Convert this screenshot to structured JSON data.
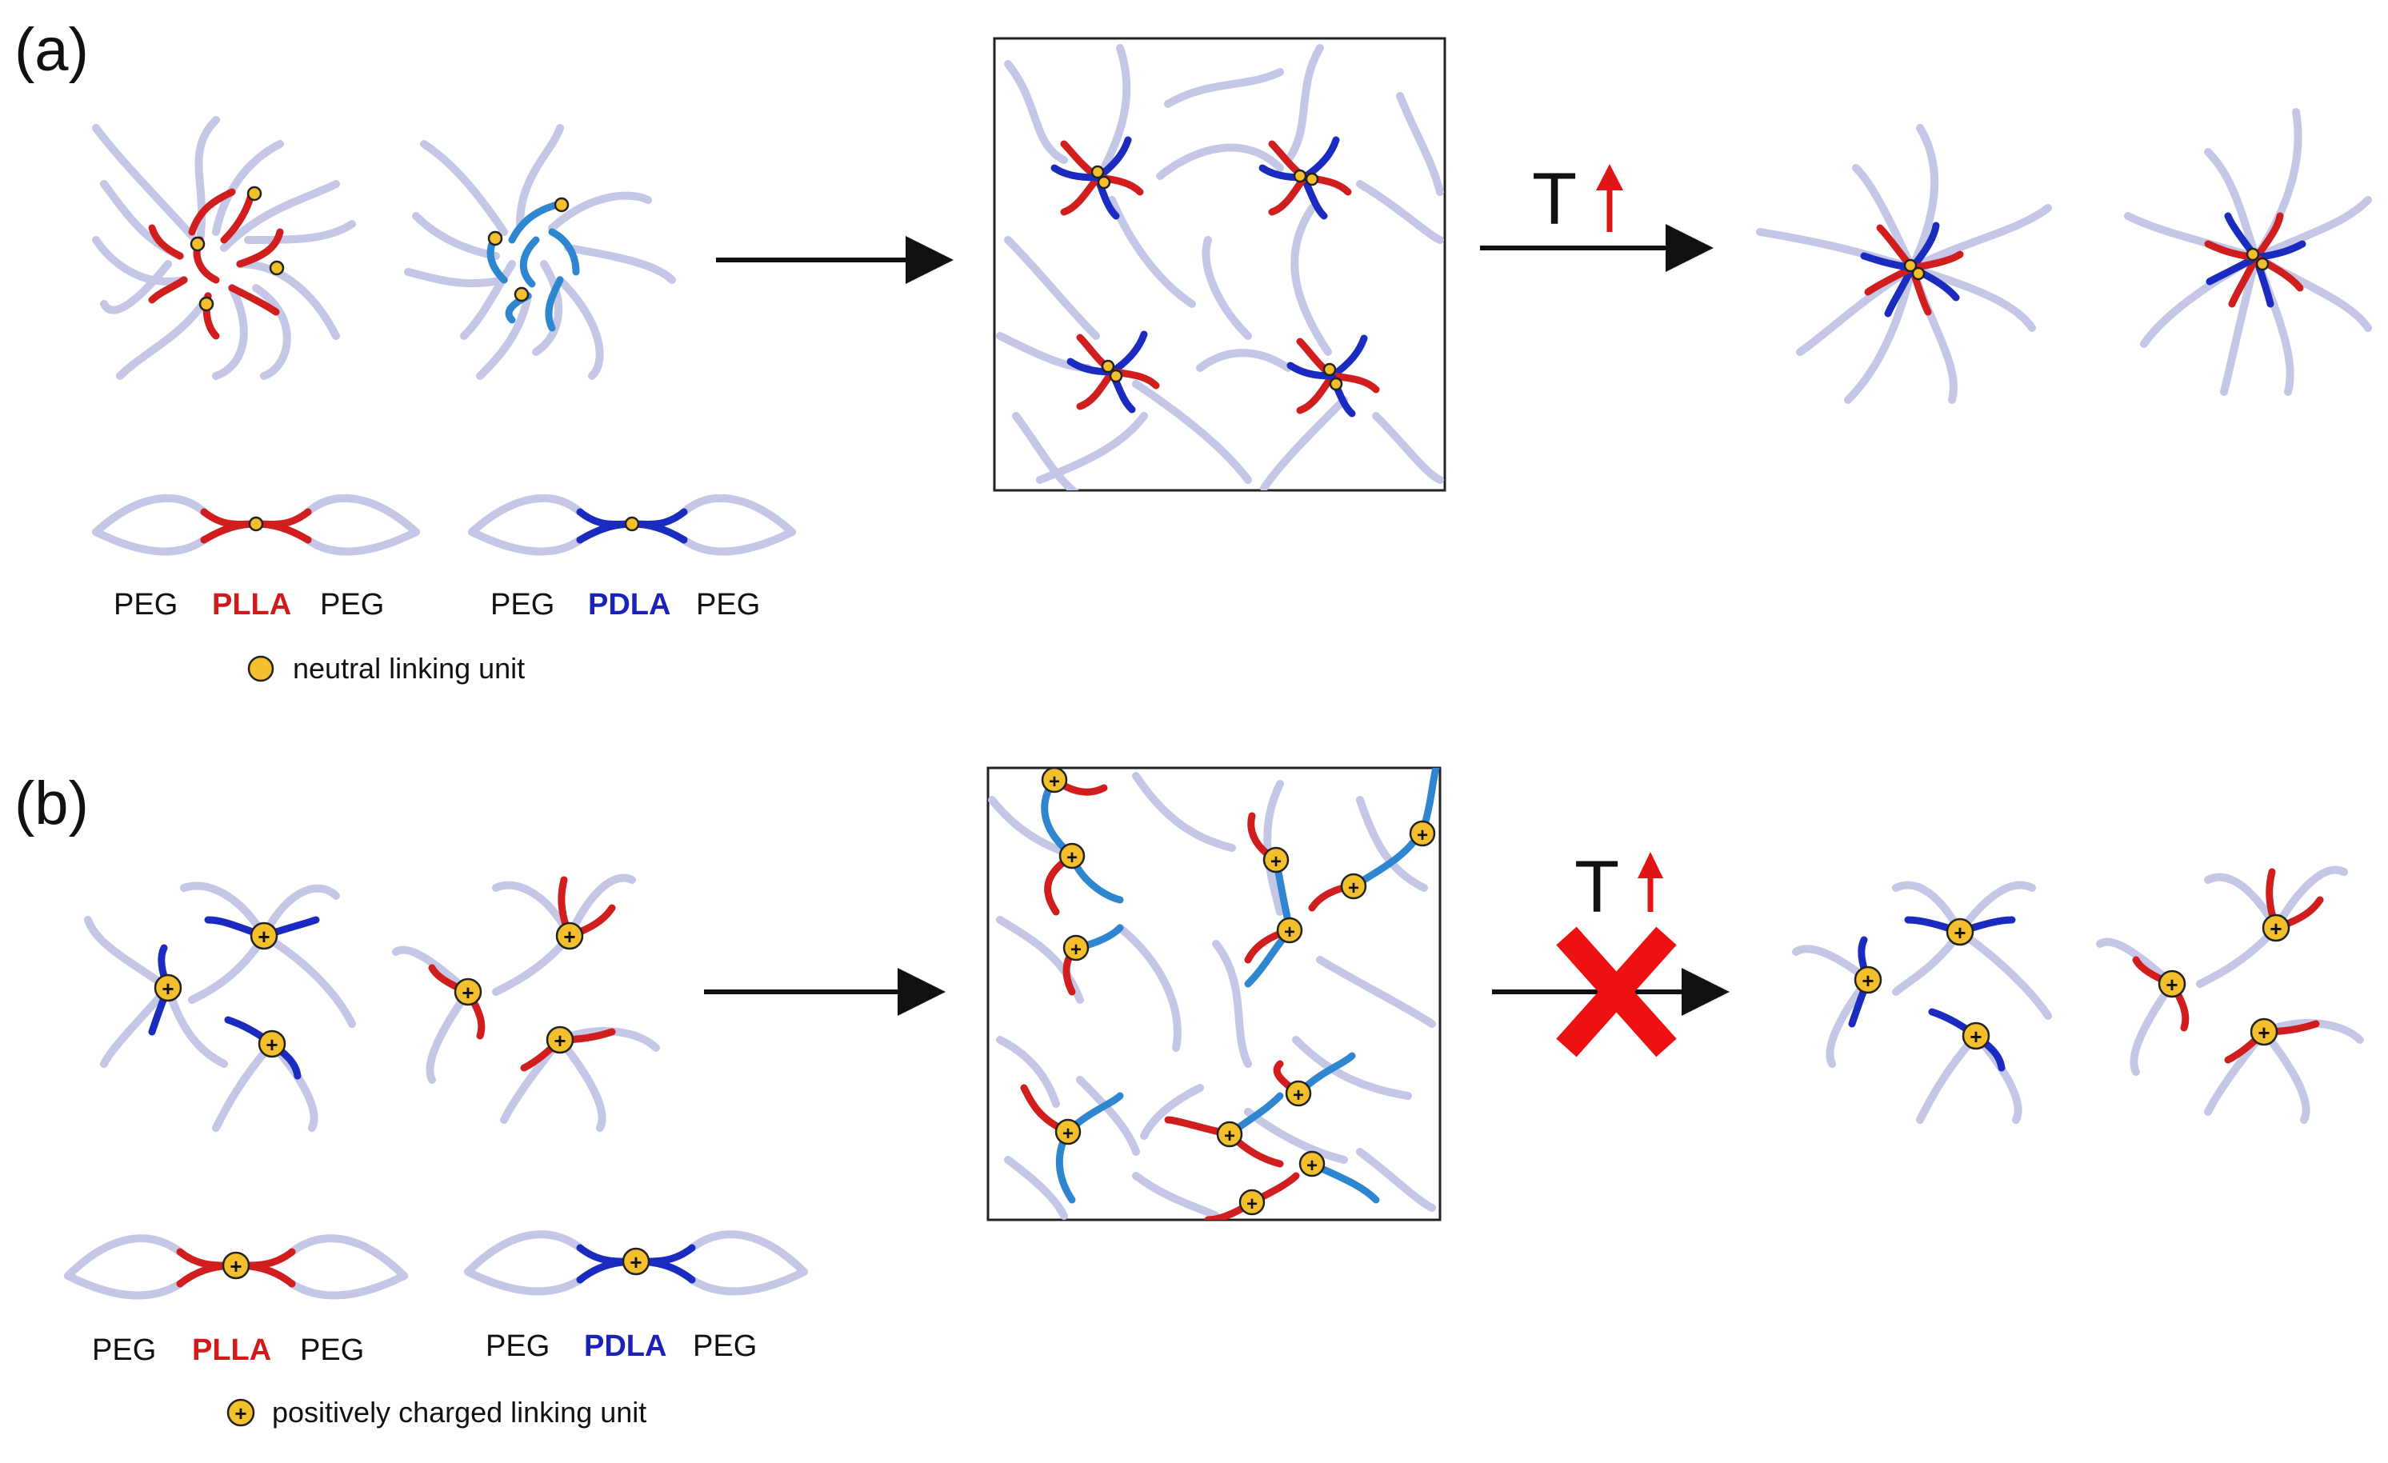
{
  "panels": {
    "a": {
      "letter": "(a)"
    },
    "b": {
      "letter": "(b)"
    }
  },
  "labels": {
    "peg": "PEG",
    "plla": "PLLA",
    "pdla": "PDLA"
  },
  "legend": {
    "neutral": "neutral linking unit",
    "charged": "positively charged linking unit"
  },
  "temperature": {
    "symbol": "T"
  },
  "colors": {
    "peg": "#c4c8e6",
    "plla": "#d01e1e",
    "pdla": "#1b2bc0",
    "pdla_light": "#2f86d0",
    "linker": "#f3bf2c",
    "cross": "#ee1111",
    "up_arrow": "#e01515"
  },
  "icons": {
    "neutral_linker": "yellow-circle-icon",
    "charged_linker": "yellow-circle-plus-icon",
    "blocked": "red-x-icon",
    "temperature_up": "red-up-arrow-icon"
  }
}
